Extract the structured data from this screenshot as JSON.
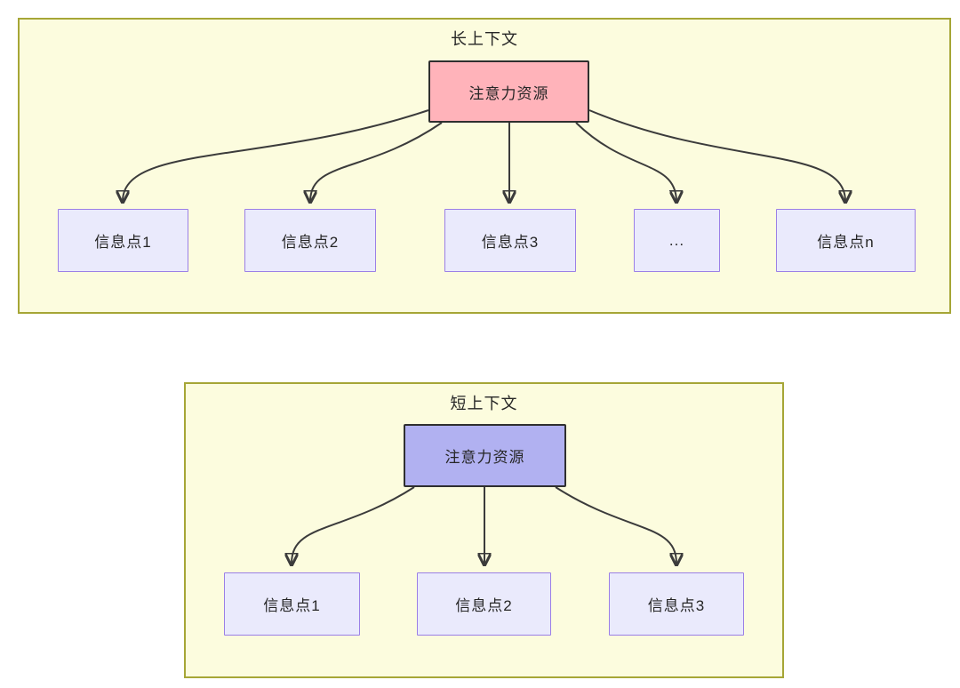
{
  "diagram_type": "attention-resource-allocation",
  "colors": {
    "section_fill": "#fcfcde",
    "section_border": "#a6a636",
    "attention_long_fill": "#ffb3ba",
    "attention_short_fill": "#b1b1f1",
    "info_fill": "#eaeafc",
    "info_border": "#9b7fe6",
    "node_border": "#2f2f2f",
    "arrow": "#3b3b3b",
    "text": "#262626"
  },
  "sections": [
    {
      "title": "长上下文",
      "attention_label": "注意力资源",
      "info_points": [
        "信息点1",
        "信息点2",
        "信息点3",
        "...",
        "信息点n"
      ]
    },
    {
      "title": "短上下文",
      "attention_label": "注意力资源",
      "info_points": [
        "信息点1",
        "信息点2",
        "信息点3"
      ]
    }
  ]
}
